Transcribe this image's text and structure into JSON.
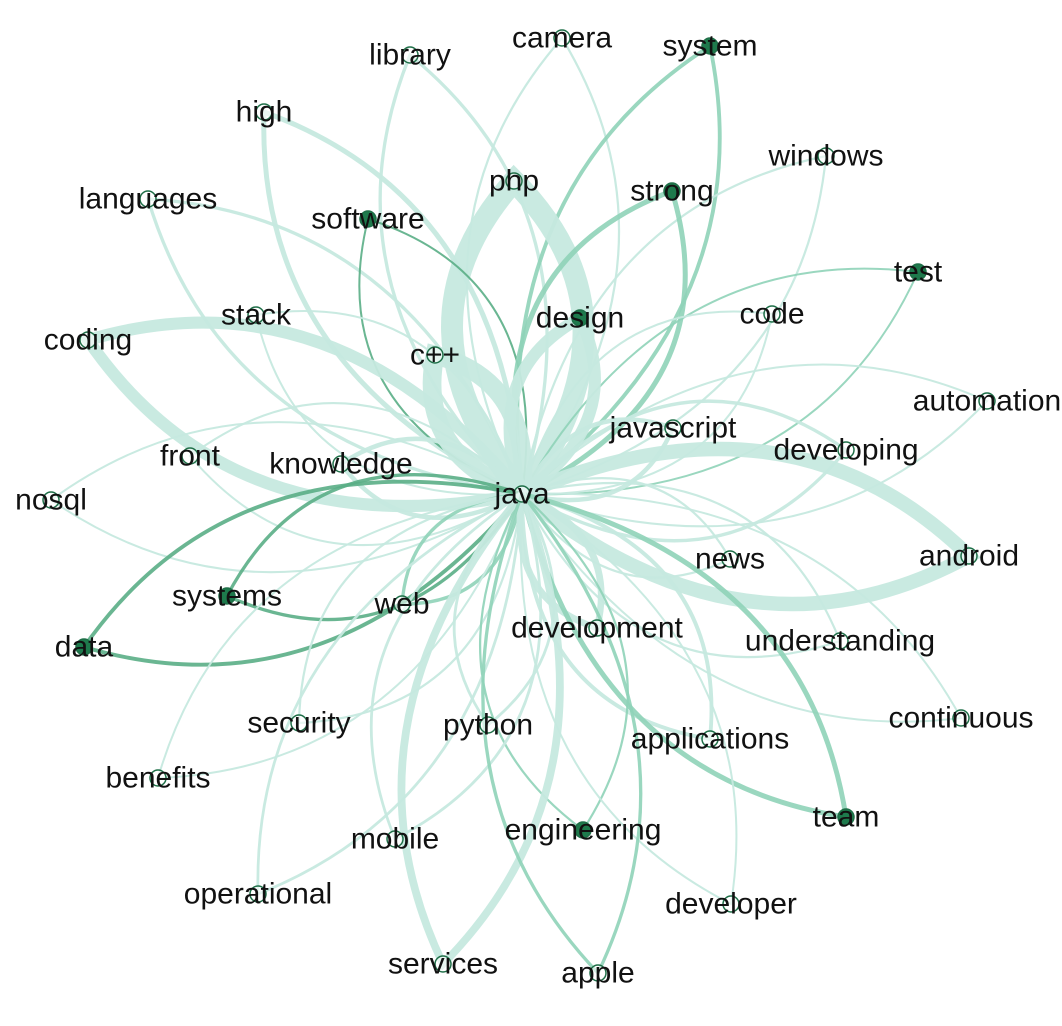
{
  "graph": {
    "center": "java",
    "colors": {
      "light_edge": "#c6e9df",
      "mid_edge": "#8fd3b8",
      "dark_edge": "#5aae86",
      "node_stroke": "#1f6f48",
      "node_fill_dark": "#1e7a4c",
      "node_fill_empty": "#ffffff"
    },
    "nodes": [
      {
        "id": "java",
        "label": "java",
        "fill": "empty"
      },
      {
        "id": "library",
        "label": "library",
        "fill": "empty"
      },
      {
        "id": "camera",
        "label": "camera",
        "fill": "empty"
      },
      {
        "id": "system",
        "label": "system",
        "fill": "dark"
      },
      {
        "id": "high",
        "label": "high",
        "fill": "empty"
      },
      {
        "id": "php",
        "label": "php",
        "fill": "empty"
      },
      {
        "id": "windows",
        "label": "windows",
        "fill": "empty"
      },
      {
        "id": "languages",
        "label": "languages",
        "fill": "empty"
      },
      {
        "id": "software",
        "label": "software",
        "fill": "dark"
      },
      {
        "id": "strong",
        "label": "strong",
        "fill": "dark"
      },
      {
        "id": "test",
        "label": "test",
        "fill": "dark"
      },
      {
        "id": "stack",
        "label": "stack",
        "fill": "empty"
      },
      {
        "id": "design",
        "label": "design",
        "fill": "dark"
      },
      {
        "id": "code",
        "label": "code",
        "fill": "empty"
      },
      {
        "id": "coding",
        "label": "coding",
        "fill": "empty"
      },
      {
        "id": "cpp",
        "label": "c++",
        "fill": "empty"
      },
      {
        "id": "automation",
        "label": "automation",
        "fill": "empty"
      },
      {
        "id": "javascript",
        "label": "javascript",
        "fill": "empty"
      },
      {
        "id": "front",
        "label": "front",
        "fill": "empty"
      },
      {
        "id": "knowledge",
        "label": "knowledge",
        "fill": "empty"
      },
      {
        "id": "developing",
        "label": "developing",
        "fill": "empty"
      },
      {
        "id": "nosql",
        "label": "nosql",
        "fill": "empty"
      },
      {
        "id": "android",
        "label": "android",
        "fill": "empty"
      },
      {
        "id": "news",
        "label": "news",
        "fill": "empty"
      },
      {
        "id": "systems",
        "label": "systems",
        "fill": "dark"
      },
      {
        "id": "web",
        "label": "web",
        "fill": "empty"
      },
      {
        "id": "development",
        "label": "development",
        "fill": "empty"
      },
      {
        "id": "data",
        "label": "data",
        "fill": "dark"
      },
      {
        "id": "understanding",
        "label": "understanding",
        "fill": "empty"
      },
      {
        "id": "security",
        "label": "security",
        "fill": "empty"
      },
      {
        "id": "python",
        "label": "python",
        "fill": "empty"
      },
      {
        "id": "continuous",
        "label": "continuous",
        "fill": "empty"
      },
      {
        "id": "applications",
        "label": "applications",
        "fill": "empty"
      },
      {
        "id": "benefits",
        "label": "benefits",
        "fill": "empty"
      },
      {
        "id": "team",
        "label": "team",
        "fill": "dark"
      },
      {
        "id": "engineering",
        "label": "engineering",
        "fill": "dark"
      },
      {
        "id": "mobile",
        "label": "mobile",
        "fill": "empty"
      },
      {
        "id": "operational",
        "label": "operational",
        "fill": "empty"
      },
      {
        "id": "developer",
        "label": "developer",
        "fill": "empty"
      },
      {
        "id": "services",
        "label": "services",
        "fill": "empty"
      },
      {
        "id": "apple",
        "label": "apple",
        "fill": "empty"
      }
    ],
    "edges": [
      {
        "target": "library",
        "weight": 6,
        "tone": "light"
      },
      {
        "target": "camera",
        "weight": 4,
        "tone": "light"
      },
      {
        "target": "system",
        "weight": 7,
        "tone": "mid"
      },
      {
        "target": "high",
        "weight": 9,
        "tone": "light"
      },
      {
        "target": "php",
        "weight": 40,
        "tone": "light"
      },
      {
        "target": "windows",
        "weight": 4,
        "tone": "light"
      },
      {
        "target": "languages",
        "weight": 6,
        "tone": "light"
      },
      {
        "target": "software",
        "weight": 3,
        "tone": "dark"
      },
      {
        "target": "strong",
        "weight": 9,
        "tone": "mid"
      },
      {
        "target": "test",
        "weight": 3,
        "tone": "mid"
      },
      {
        "target": "stack",
        "weight": 3,
        "tone": "light"
      },
      {
        "target": "design",
        "weight": 22,
        "tone": "light"
      },
      {
        "target": "code",
        "weight": 3,
        "tone": "light"
      },
      {
        "target": "coding",
        "weight": 22,
        "tone": "light"
      },
      {
        "target": "cpp",
        "weight": 34,
        "tone": "light"
      },
      {
        "target": "automation",
        "weight": 3,
        "tone": "light"
      },
      {
        "target": "javascript",
        "weight": 8,
        "tone": "light"
      },
      {
        "target": "front",
        "weight": 3,
        "tone": "light"
      },
      {
        "target": "knowledge",
        "weight": 8,
        "tone": "light"
      },
      {
        "target": "developing",
        "weight": 6,
        "tone": "light"
      },
      {
        "target": "nosql",
        "weight": 3,
        "tone": "light"
      },
      {
        "target": "android",
        "weight": 26,
        "tone": "light"
      },
      {
        "target": "news",
        "weight": 4,
        "tone": "light"
      },
      {
        "target": "systems",
        "weight": 6,
        "tone": "dark"
      },
      {
        "target": "web",
        "weight": 6,
        "tone": "mid"
      },
      {
        "target": "development",
        "weight": 12,
        "tone": "light"
      },
      {
        "target": "data",
        "weight": 7,
        "tone": "dark"
      },
      {
        "target": "understanding",
        "weight": 4,
        "tone": "light"
      },
      {
        "target": "security",
        "weight": 4,
        "tone": "light"
      },
      {
        "target": "python",
        "weight": 5,
        "tone": "light"
      },
      {
        "target": "continuous",
        "weight": 3,
        "tone": "light"
      },
      {
        "target": "applications",
        "weight": 7,
        "tone": "light"
      },
      {
        "target": "benefits",
        "weight": 3,
        "tone": "light"
      },
      {
        "target": "team",
        "weight": 9,
        "tone": "mid"
      },
      {
        "target": "engineering",
        "weight": 4,
        "tone": "mid"
      },
      {
        "target": "mobile",
        "weight": 5,
        "tone": "light"
      },
      {
        "target": "operational",
        "weight": 5,
        "tone": "light"
      },
      {
        "target": "developer",
        "weight": 3,
        "tone": "light"
      },
      {
        "target": "services",
        "weight": 14,
        "tone": "light"
      },
      {
        "target": "apple",
        "weight": 6,
        "tone": "mid"
      }
    ]
  }
}
